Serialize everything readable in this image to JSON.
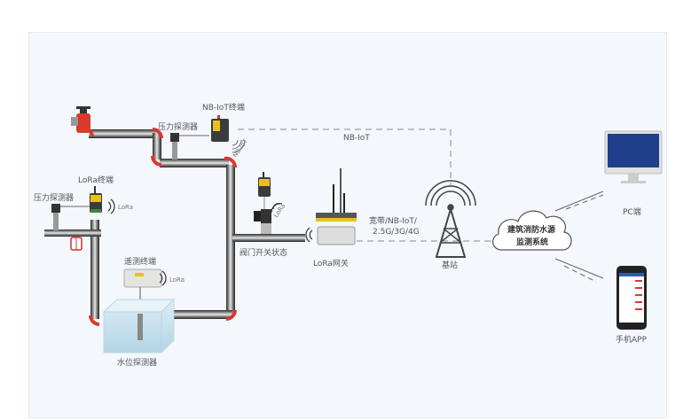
{
  "diagram": {
    "title": "建筑消防水源监测系统 network topology",
    "labels": {
      "nb_iot_terminal": "NB-IoT终端",
      "pressure_detector_top": "压力探测器",
      "nb_iot_signal": "NB-IoT",
      "nb_iot_link": "NB-IoT",
      "lora_terminal": "LoRa终端",
      "pressure_detector_left": "压力探测器",
      "lora_signal_left": "LoRa",
      "telemetry_terminal": "遥测终端",
      "lora_signal_telemetry": "LoRa",
      "water_level_detector": "水位探测器",
      "valve_status": "阀门开关状态",
      "lora_signal_valve": "LoRa",
      "lora_gateway": "LoRa网关",
      "backhaul_line1": "宽带/NB-IoT/",
      "backhaul_line2": "2.5G/3G/4G",
      "base_station": "基站",
      "cloud_line1": "建筑消防水源",
      "cloud_line2": "监测系统",
      "pc_client": "PC端",
      "mobile_app": "手机APP"
    },
    "colors": {
      "panel_bg": "#f4f7fc",
      "pipe_dark": "#3a3a3a",
      "pipe_elbow": "#d83a2e",
      "terminal_yellow": "#e8c21a",
      "line_gray": "#777777",
      "screen_blue": "#1f3f8a"
    }
  }
}
